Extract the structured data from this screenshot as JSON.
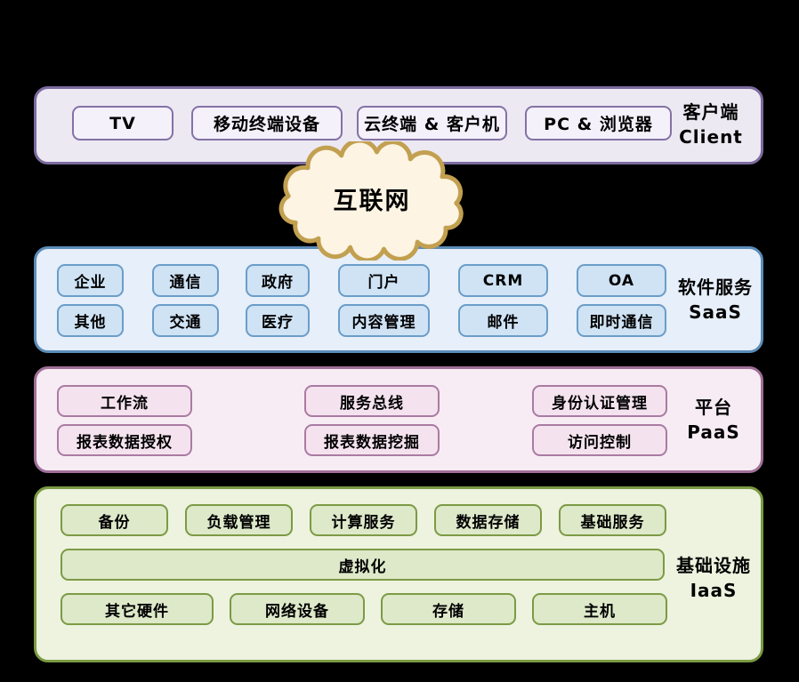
{
  "diagram": {
    "client": {
      "label_zh": "客户端",
      "label_en": "Client",
      "nodes": [
        "TV",
        "移动终端设备",
        "云终端 & 客户机",
        "PC & 浏览器"
      ]
    },
    "internet": {
      "label": "互联网"
    },
    "saas": {
      "label_zh": "软件服务",
      "label_en": "SaaS",
      "row1": [
        "企业",
        "通信",
        "政府",
        "门户",
        "CRM",
        "OA"
      ],
      "row2": [
        "其他",
        "交通",
        "医疗",
        "内容管理",
        "邮件",
        "即时通信"
      ]
    },
    "paas": {
      "label_zh": "平台",
      "label_en": "PaaS",
      "row1": [
        "工作流",
        "服务总线",
        "身份认证管理"
      ],
      "row2": [
        "报表数据授权",
        "报表数据挖掘",
        "访问控制"
      ]
    },
    "iaas": {
      "label_zh": "基础设施",
      "label_en": "IaaS",
      "row1": [
        "备份",
        "负载管理",
        "计算服务",
        "数据存储",
        "基础服务"
      ],
      "row2": [
        "虚拟化"
      ],
      "row3": [
        "其它硬件",
        "网络设备",
        "存储",
        "主机"
      ]
    },
    "colors": {
      "background": "#000000",
      "client_border": "#7c6b9f",
      "client_fill": "#ece9f2",
      "client_node_fill": "#f4f1fb",
      "saas_border": "#5b8cb8",
      "saas_fill": "#e6effa",
      "saas_node_fill": "#cfe3f5",
      "paas_border": "#9f6f97",
      "paas_fill": "#f8ecf4",
      "paas_node_fill": "#f4e2ee",
      "iaas_border": "#7a9a43",
      "iaas_fill": "#edf3df",
      "iaas_node_fill": "#dde9c9",
      "cloud_border": "#c2a050",
      "cloud_fill": "#fdf4e3",
      "text": "#000000"
    }
  }
}
